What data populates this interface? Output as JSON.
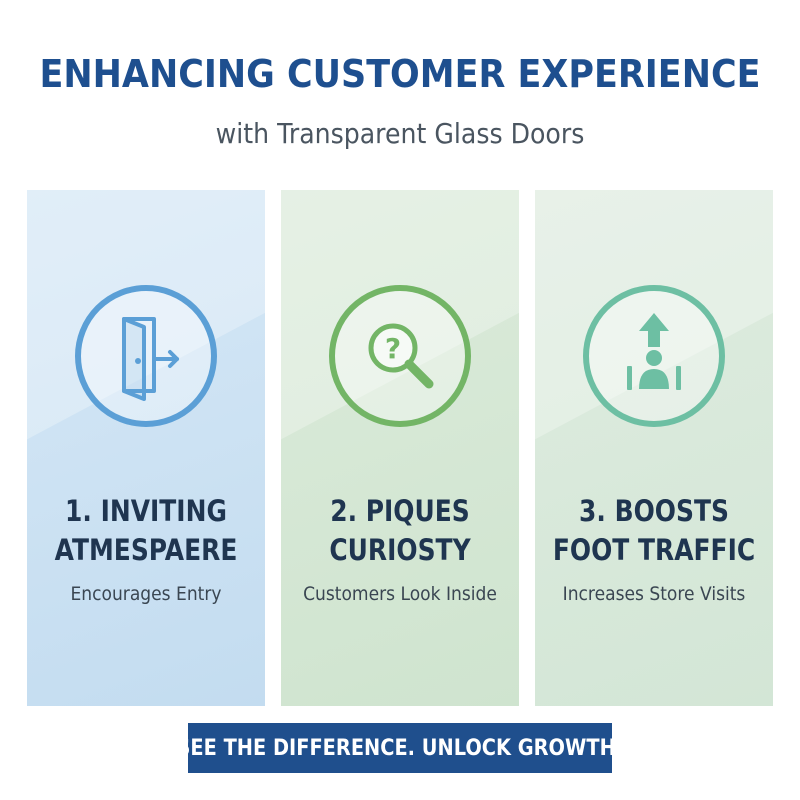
{
  "header": {
    "title": "ENHANCING CUSTOMER EXPERIENCE",
    "subtitle": "with Transparent Glass Doors"
  },
  "panels": [
    {
      "heading_line1": "1. INVITING",
      "heading_line2": "ATMESPAERE",
      "description": "Encourages Entry",
      "icon": "door-exit-icon",
      "accent": "#5b9fd6"
    },
    {
      "heading_line1": "2. PIQUES",
      "heading_line2": "CURIOSTY",
      "description": "Customers Look Inside",
      "icon": "magnifier-question-icon",
      "accent": "#73b566"
    },
    {
      "heading_line1": "3. BOOSTS",
      "heading_line2": "FOOT TRAFFIC",
      "description": "Increases Store Visits",
      "icon": "foot-traffic-icon",
      "accent": "#6dbfa3"
    }
  ],
  "cta": {
    "label": "SEE THE DIFFERENCE. UNLOCK GROWTH."
  },
  "colors": {
    "title": "#1e4f8f",
    "cta_background": "#1f4f8d"
  }
}
